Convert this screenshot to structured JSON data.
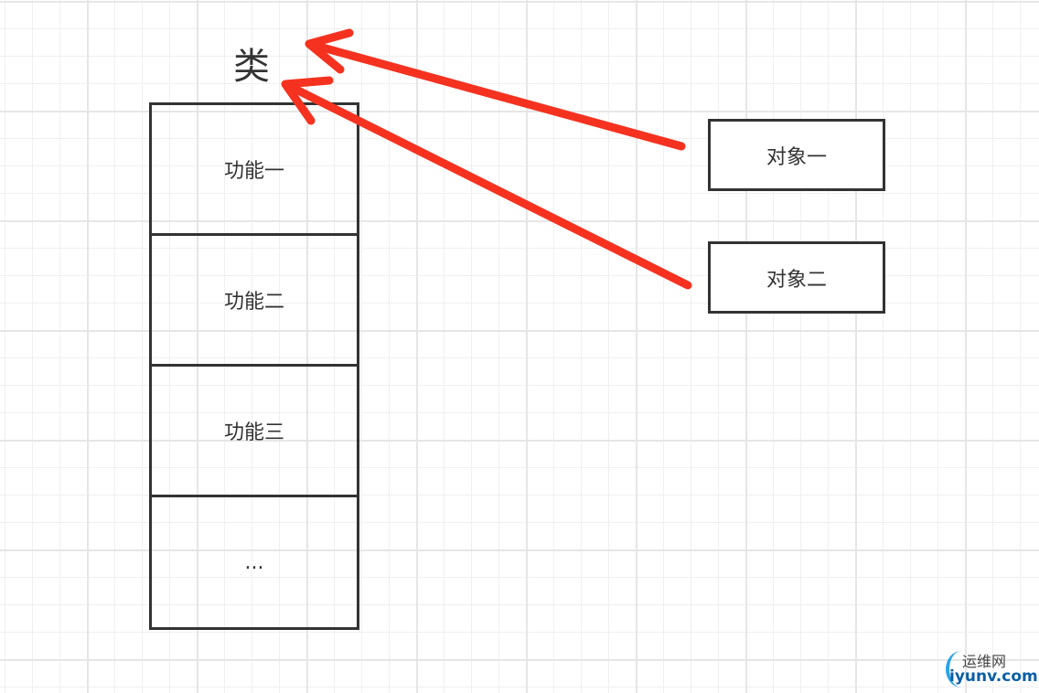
{
  "class_label": "类",
  "class_members": [
    "功能一",
    "功能二",
    "功能三",
    "..."
  ],
  "objects": [
    "对象一",
    "对象二"
  ],
  "watermark": {
    "cn": "运维网",
    "en": "iyunv.com"
  },
  "colors": {
    "arrow": "#f5321f",
    "box_border": "#333333",
    "grid": "#e6e6e6"
  }
}
